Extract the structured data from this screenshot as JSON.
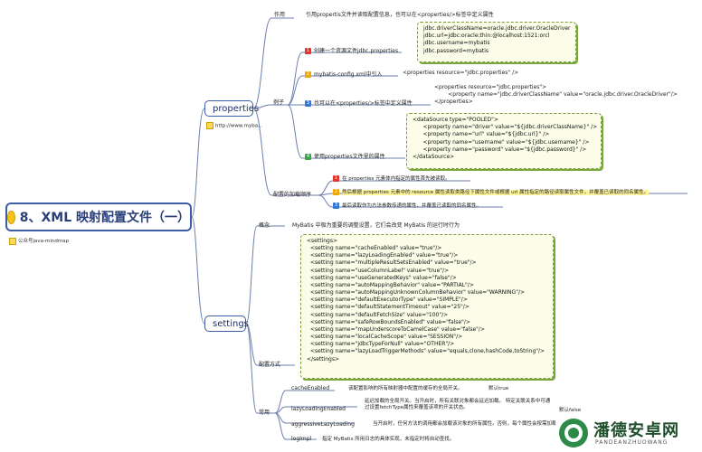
{
  "root": {
    "title": "8、XML 映射配置文件（一）",
    "note": "公众号java-mindmap"
  },
  "properties": {
    "label": "properties",
    "link": "http://www.myba...",
    "usage_label": "作用",
    "usage_text": "引用propertis文件并读取配置信息，也可以在<properties/>标签中定义属性",
    "example_label": "例子",
    "steps": [
      {
        "num": "1",
        "text": "创建一个资源文件jdbc.properties"
      },
      {
        "num": "2",
        "text": "mybatis-config.xml中引入"
      },
      {
        "num": "3",
        "text": "也可以在<properties/>标签中定义属性"
      },
      {
        "num": "4",
        "text": "使用properties文件里的属性"
      }
    ],
    "jdbc_code": "jdbc.driverClassName=oracle.jdbc.driver.OracleDriver\njdbc.url=jdbc:oracle:thin:@localhost:1521:orcl\njdbc.username=mybatis\njdbc.password=mybatis",
    "import_code": "<properties resource=\"jdbc.properties\" />",
    "inline_code": "<properties resource=\"jdbc.properties\">\n        <property name=\"jdbc.driverClassName\" value=\"oracle.jdbc.driver.OracleDriver\"/>\n</properties>",
    "datasource_code": "<dataSource type=\"POOLED\">\n      <property name=\"driver\" value=\"${jdbc.driverClassName}\" />\n      <property name=\"url\" value=\"${jdbc.url}\" />\n      <property name=\"username\" value=\"${jdbc.username}\" />\n      <property name=\"password\" value=\"${jdbc.password}\" />\n</dataSource>",
    "load_order_label": "配置的加载顺序",
    "load_order": [
      {
        "num": "1",
        "text": "在 properties 元素体内指定的属性首先被读取。"
      },
      {
        "num": "2",
        "text": "然后根据 properties 元素中的 resource 属性读取类路径下属性文件或根据 url 属性指定的路径读取属性文件，并覆盖已读取的同名属性。"
      },
      {
        "num": "3",
        "text": "最后读取作为方法参数传递的属性，并覆盖已读取的同名属性。"
      }
    ]
  },
  "settings": {
    "label": "settings",
    "concept_label": "概念",
    "concept_text": "MyBatis 中极为重要的调整设置，它们会改变 MyBatis 的运行时行为",
    "config_label": "配置方式",
    "config_code": "<settings>\n  <setting name=\"cacheEnabled\" value=\"true\"/>\n  <setting name=\"lazyLoadingEnabled\" value=\"true\"/>\n  <setting name=\"multipleResultSetsEnabled\" value=\"true\"/>\n  <setting name=\"useColumnLabel\" value=\"true\"/>\n  <setting name=\"useGeneratedKeys\" value=\"false\"/>\n  <setting name=\"autoMappingBehavior\" value=\"PARTIAL\"/>\n  <setting name=\"autoMappingUnknownColumnBehavior\" value=\"WARNING\"/>\n  <setting name=\"defaultExecutorType\" value=\"SIMPLE\"/>\n  <setting name=\"defaultStatementTimeout\" value=\"25\"/>\n  <setting name=\"defaultFetchSize\" value=\"100\"/>\n  <setting name=\"safeRowBoundsEnabled\" value=\"false\"/>\n  <setting name=\"mapUnderscoreToCamelCase\" value=\"false\"/>\n  <setting name=\"localCacheScope\" value=\"SESSION\"/>\n  <setting name=\"jdbcTypeForNull\" value=\"OTHER\"/>\n  <setting name=\"lazyLoadTriggerMethods\" value=\"equals,clone,hashCode,toString\"/>\n</settings>",
    "common_label": "常用",
    "common": [
      {
        "name": "cacheEnabled",
        "desc": "该配置影响的所有映射器中配置的缓存的全局开关。",
        "default": "默认true"
      },
      {
        "name": "lazyLoadingEnabled",
        "desc": "延迟加载的全局开关。当开启时，所有关联对象都会延迟加载。 特定关联关系中可通过设置fetchType属性来覆盖该项的开关状态。",
        "default": "默认false"
      },
      {
        "name": "aggressiveLazyLoading",
        "desc": "当开启时，任何方法的调用都会加载该对象的所有属性。否则，每个属性会按需加载",
        "default": ""
      },
      {
        "name": "logImpl",
        "desc": "指定 MyBatis 所用日志的具体实现，未指定时将自动查找。",
        "default": ""
      }
    ]
  },
  "watermark": {
    "title": "潘德安卓网",
    "subtitle": "PANDEANZHUOWANG"
  }
}
